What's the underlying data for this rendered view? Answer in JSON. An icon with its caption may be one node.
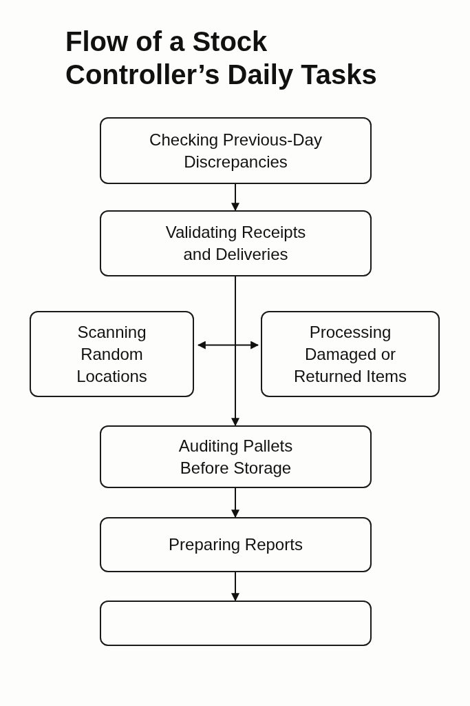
{
  "diagram": {
    "title": "Flow of a Stock Controller’s Daily Tasks",
    "nodes": [
      {
        "text": [
          "Checking Previous-Day Discrepancies"
        ]
      },
      {
        "text": [
          "Validating Receipts and Deliveries"
        ]
      },
      {
        "text": [
          "Scanning Random Locations"
        ]
      },
      {
        "text": [
          "Processing Damaged or Returned Items"
        ]
      },
      {
        "text": [
          "Auditing Pallets Before Storage"
        ]
      },
      {
        "text": [
          "Preparing Reports"
        ]
      },
      {
        "text": [],
        "shape": "box"
      }
    ],
    "edges": [
      {
        "from": 0,
        "to": 1,
        "arrow": "to"
      },
      {
        "from": 1,
        "to": 4,
        "arrow": "to"
      },
      {
        "from": 2,
        "to": 3,
        "arrow": "both"
      },
      {
        "from": 4,
        "to": 5,
        "arrow": "to"
      },
      {
        "from": 5,
        "to": 6,
        "arrow": "to"
      }
    ]
  }
}
